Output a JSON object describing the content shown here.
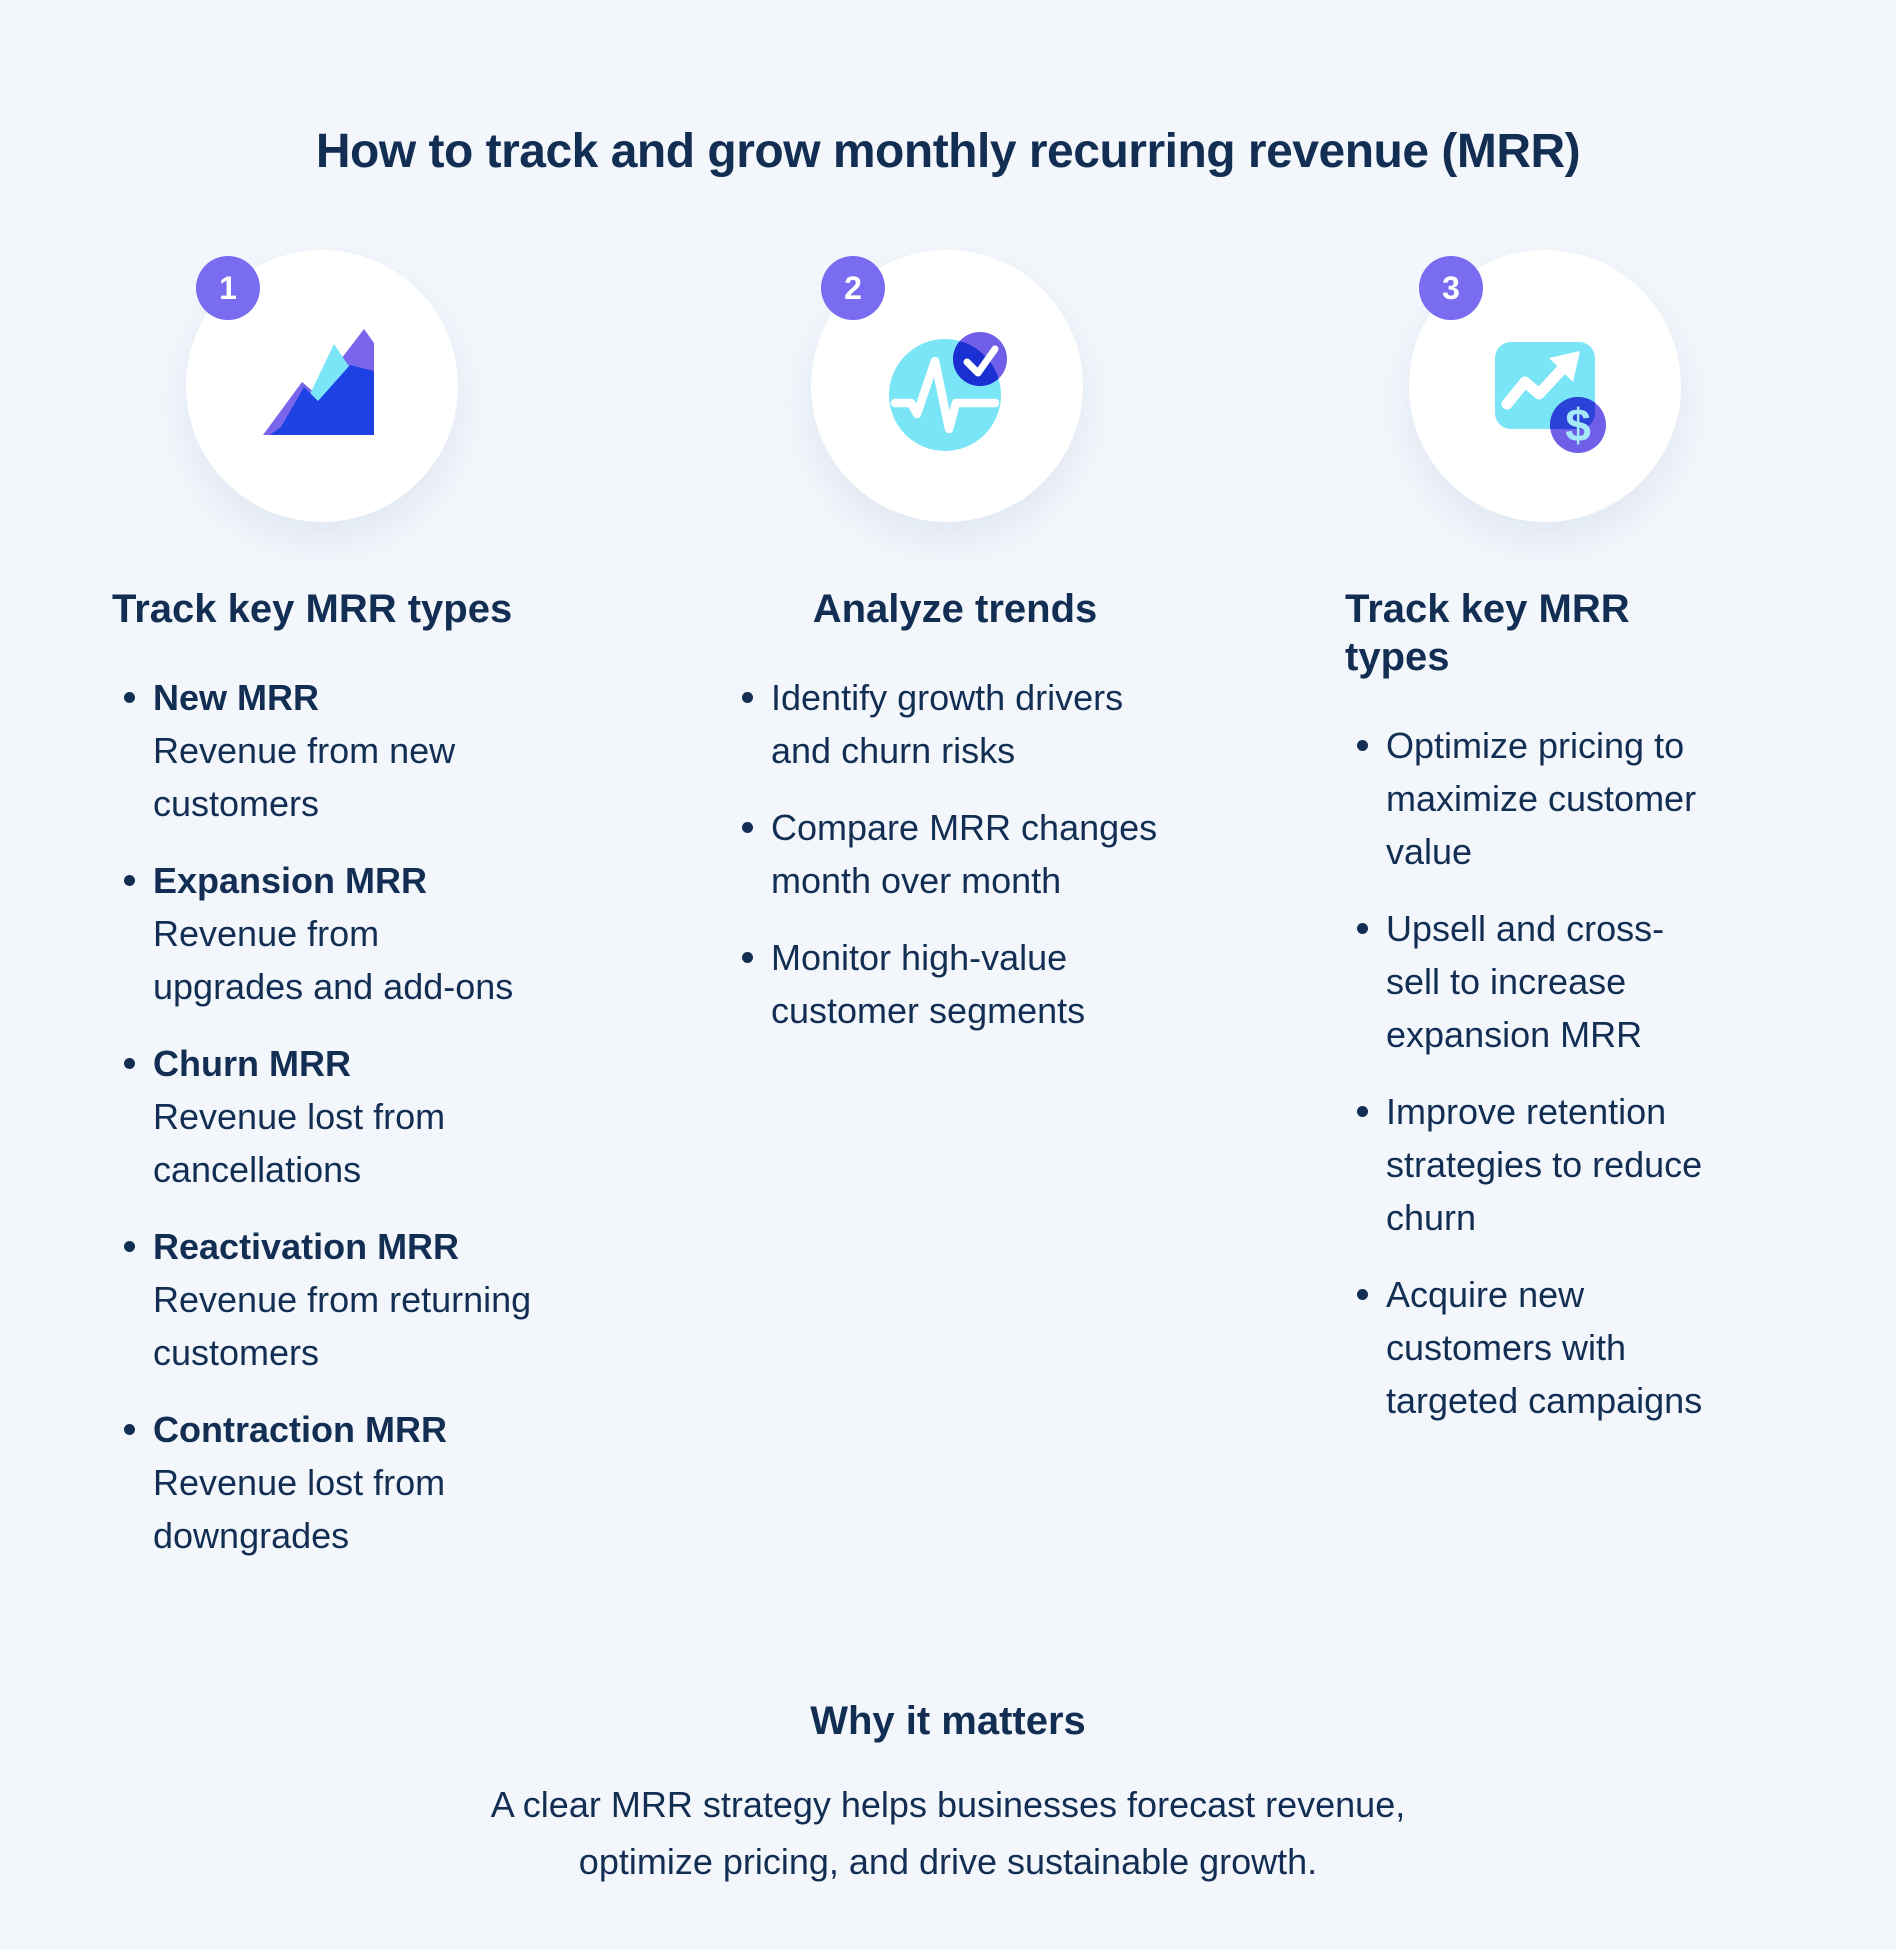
{
  "page": {
    "title": "How to track and grow monthly recurring revenue (MRR)"
  },
  "colors": {
    "background": "#f3f7fc",
    "text_navy": "#132e53",
    "badge_purple": "#7a6cf0",
    "icon_purple": "#7a66ec",
    "icon_cyan": "#79e5f6",
    "icon_royal_blue": "#1e41e4",
    "icon_overlap_blue": "#1b30d2",
    "circle_white": "#ffffff"
  },
  "columns": [
    {
      "number": "1",
      "icon": "area-chart-icon",
      "heading": "Track key MRR types",
      "items": [
        {
          "title": "New MRR",
          "description": "Revenue from new customers"
        },
        {
          "title": "Expansion MRR",
          "description": "Revenue from upgrades and add-ons"
        },
        {
          "title": "Churn MRR",
          "description": "Revenue lost from cancellations"
        },
        {
          "title": "Reactivation MRR",
          "description": "Revenue from returning customers"
        },
        {
          "title": "Contraction MRR",
          "description": "Revenue lost from downgrades"
        }
      ]
    },
    {
      "number": "2",
      "icon": "pulse-check-icon",
      "heading": "Analyze trends",
      "items": [
        {
          "text": "Identify growth drivers and churn risks"
        },
        {
          "text": "Compare MRR changes month over month"
        },
        {
          "text": "Monitor high-value customer segments"
        }
      ]
    },
    {
      "number": "3",
      "icon": "growth-dollar-icon",
      "heading": "Track key MRR types",
      "items": [
        {
          "text": "Optimize pricing to maximize customer value"
        },
        {
          "text": "Upsell and cross-sell to increase expansion MRR"
        },
        {
          "text": "Improve retention strategies to reduce churn"
        },
        {
          "text": "Acquire new customers with targeted campaigns"
        }
      ]
    }
  ],
  "footer": {
    "heading": "Why it matters",
    "text": "A clear MRR strategy helps businesses forecast revenue, optimize pricing, and drive sustainable growth."
  }
}
